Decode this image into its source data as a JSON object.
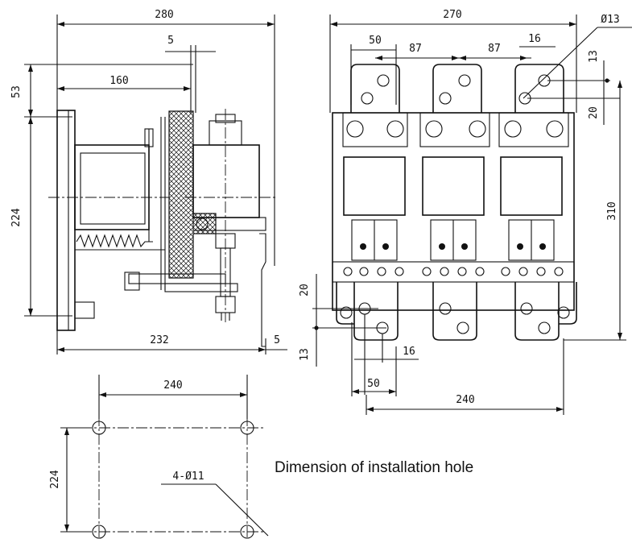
{
  "side_view": {
    "width_overall": "280",
    "offset_top": "5",
    "coil_length": "160",
    "top_height": "53",
    "body_height": "224",
    "base_length": "232",
    "terminal_offset": "5"
  },
  "front_view": {
    "width_overall": "270",
    "pitch_first": "50",
    "pitch_left": "87",
    "pitch_right": "87",
    "terminal_width": "16",
    "hole_diameter": "Ø13",
    "top_pitch": "13",
    "top_spacing": "20",
    "height_overall": "310",
    "bottom_spacing": "20",
    "bottom_pitch": "13",
    "bottom_terminal_width": "16",
    "bottom_pitch_first": "50",
    "mount_width": "240"
  },
  "install_view": {
    "hole_spacing_x": "240",
    "hole_spacing_y": "224",
    "hole_spec": "4-Ø11",
    "caption": "Dimension of installation hole"
  }
}
